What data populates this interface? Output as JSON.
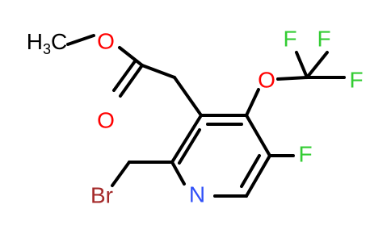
{
  "atoms": {
    "methyl": "H3C",
    "ester_o": "O",
    "carbonyl_o": "O",
    "ether_o": "O",
    "f1": "F",
    "f2": "F",
    "f3": "F",
    "ring_f": "F",
    "br": "Br",
    "n": "N"
  },
  "colors": {
    "O": "#ff0000",
    "F": "#33cc33",
    "Br": "#a52a2a",
    "N": "#3050f8",
    "C": "#000000"
  }
}
